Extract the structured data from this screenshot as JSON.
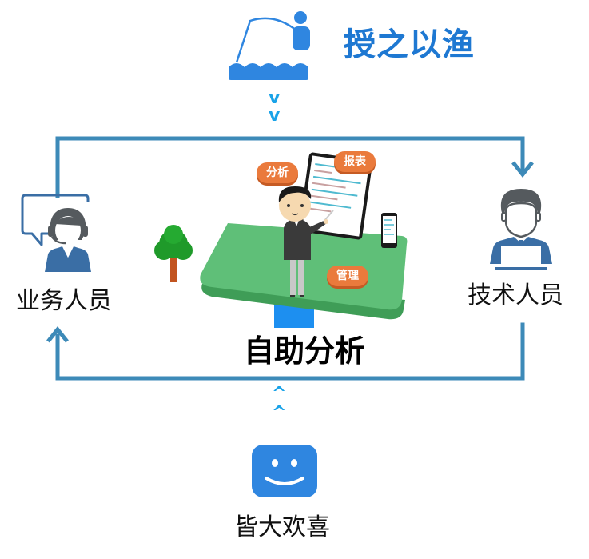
{
  "top": {
    "icon": "fishing-icon",
    "title": "授之以渔",
    "down_chevrons": [
      "v",
      "v"
    ]
  },
  "left_node": {
    "icon": "customer-service-agent-icon",
    "label": "业务人员"
  },
  "right_node": {
    "icon": "technical-staff-icon",
    "label": "技术人员"
  },
  "center": {
    "illustration": "self-service-analytics-illustration",
    "tags": [
      "分析",
      "报表",
      "管理"
    ],
    "title": "自助分析"
  },
  "bottom": {
    "up_chevrons": [
      "^",
      "^"
    ],
    "icon": "smiley-icon",
    "label": "皆大欢喜"
  },
  "colors": {
    "title_blue": "#1e78d2",
    "chevron_blue": "#1aa3e8",
    "connector_blue": "#3d8ab8",
    "icon_blue": "#3a6ea5",
    "icon_gray": "#555a5e",
    "app_icon_blue": "#2f86e0",
    "tag_orange": "#ea7a3c",
    "platform_green": "#5fbf78"
  }
}
